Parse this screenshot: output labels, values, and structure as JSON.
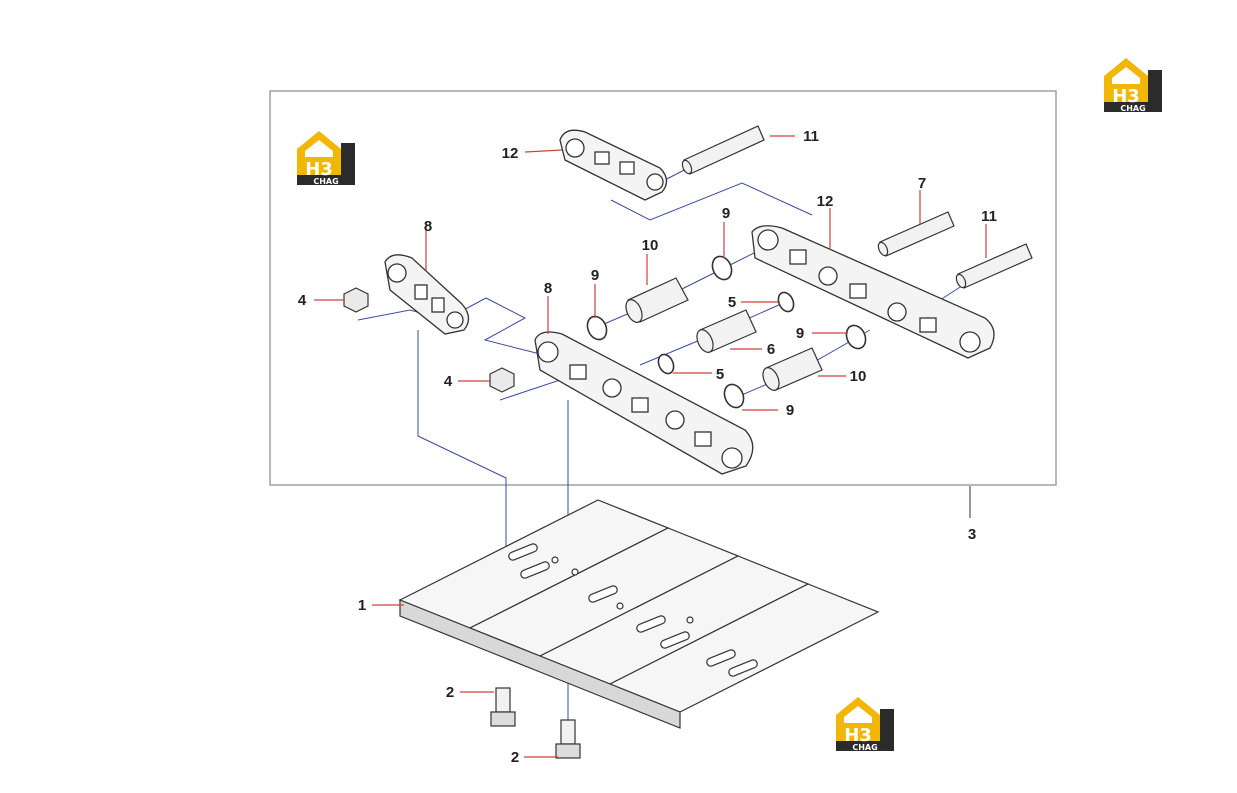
{
  "logo": {
    "mark": "H3",
    "caption": "CHAG",
    "colors": {
      "roof": "#f2b705",
      "block": "#2b2b2b",
      "text": "#ffffff"
    }
  },
  "diagram": {
    "colors": {
      "line": "#3a4aa8",
      "leader": "#d04040",
      "outline": "#333333",
      "fill": "#f4f4f4",
      "frame": "#8a8a8a"
    },
    "callouts": {
      "c1": "1",
      "c2a": "2",
      "c2b": "2",
      "c3": "3",
      "c4a": "4",
      "c4b": "4",
      "c5a": "5",
      "c5b": "5",
      "c6": "6",
      "c7": "7",
      "c8a": "8",
      "c8b": "8",
      "c9a": "9",
      "c9b": "9",
      "c9c": "9",
      "c9d": "9",
      "c10a": "10",
      "c10b": "10",
      "c11a": "11",
      "c11b": "11",
      "c12a": "12",
      "c12b": "12"
    }
  }
}
